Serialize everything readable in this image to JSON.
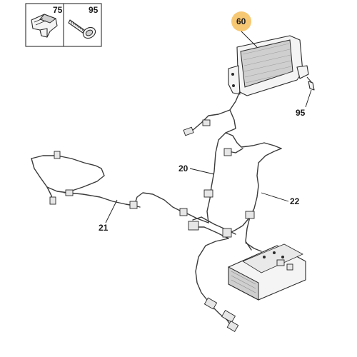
{
  "diagram": {
    "legend_refs": [
      {
        "ref": "75",
        "icon": "wire-clip-icon"
      },
      {
        "ref": "95",
        "icon": "screw-icon"
      }
    ],
    "parts": [
      {
        "ref": "60",
        "name": "display-screen",
        "highlight_color": "#f7c873"
      },
      {
        "ref": "95",
        "name": "screw"
      },
      {
        "ref": "20",
        "name": "harness-20"
      },
      {
        "ref": "21",
        "name": "harness-21"
      },
      {
        "ref": "22",
        "name": "harness-22"
      }
    ],
    "colors": {
      "highlight": "#f7c873",
      "line": "#3a3a3a",
      "part_fill": "#f4f4f4"
    }
  }
}
